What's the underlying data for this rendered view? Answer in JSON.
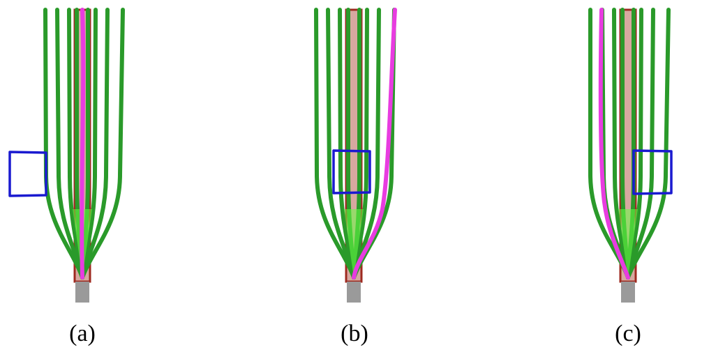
{
  "figure": {
    "panels": [
      {
        "caption": "(a)",
        "highlighted_path": "center"
      },
      {
        "caption": "(b)",
        "highlighted_path": "right"
      },
      {
        "caption": "(c)",
        "highlighted_path": "left"
      }
    ],
    "colors": {
      "path": "#2a9a2a",
      "path_highlight": "#e83ce0",
      "tube": "#9e2a20",
      "tube_fill": "#d7a8a0",
      "handle": "#9a9a9a",
      "box": "#1a1ad0",
      "stem_glow": "#66ff44"
    }
  }
}
